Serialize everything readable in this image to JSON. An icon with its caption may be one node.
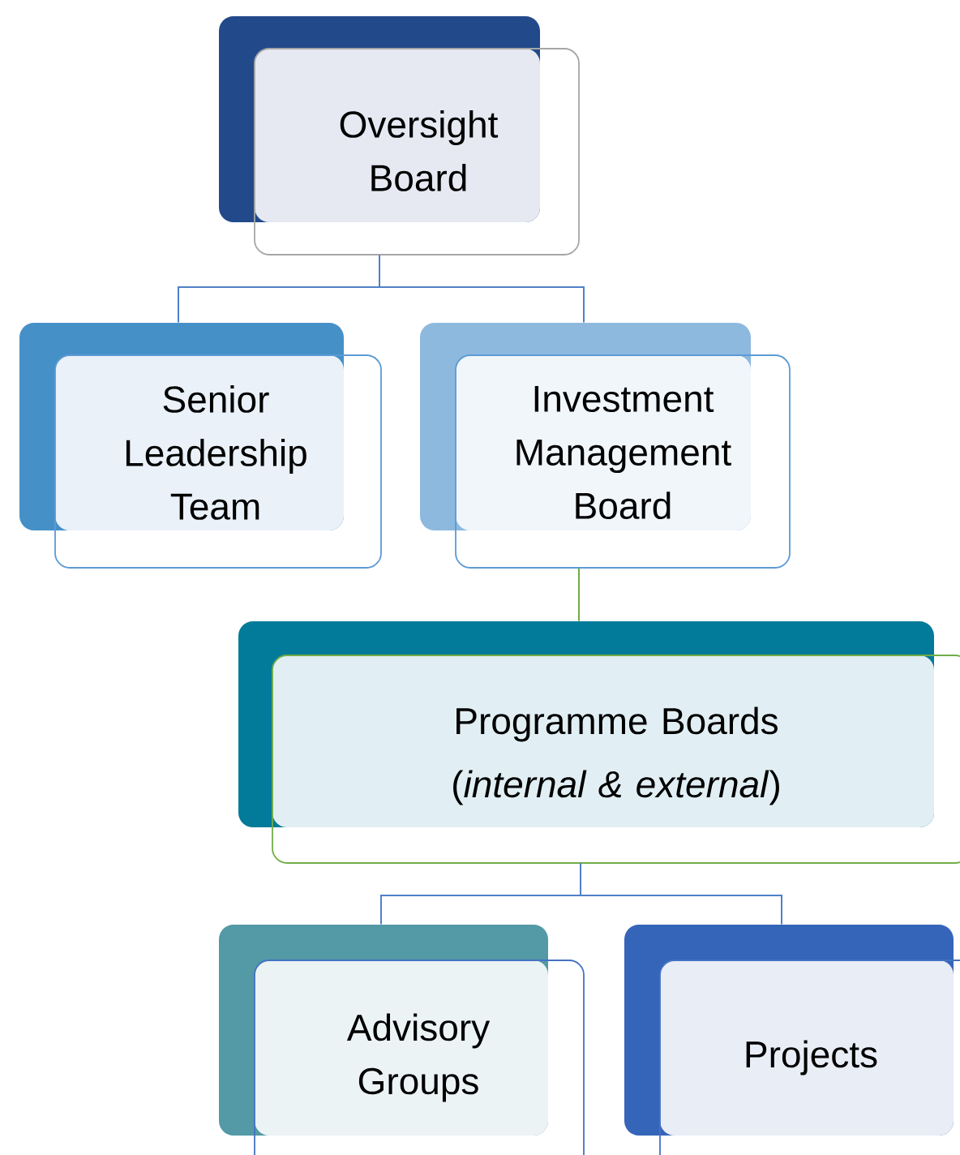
{
  "diagram": {
    "nodes": [
      {
        "text": [
          "Oversight Board"
        ]
      },
      {
        "text": [
          "Senior Leadership Team"
        ]
      },
      {
        "text": [
          "Investment Management Board"
        ]
      },
      {
        "text": [
          "Programme  Boards",
          "(*internal & external*)"
        ]
      },
      {
        "text": [
          "Advisory Groups"
        ]
      },
      {
        "text": [
          "Projects"
        ]
      }
    ],
    "edges": [
      {
        "from": 0,
        "to": 1,
        "arrow": "none"
      },
      {
        "from": 0,
        "to": 2,
        "arrow": "none"
      },
      {
        "from": 2,
        "to": 3,
        "arrow": "none",
        "color": "#70ad47"
      },
      {
        "from": 3,
        "to": 4,
        "arrow": "none"
      },
      {
        "from": 3,
        "to": 5,
        "arrow": "none"
      }
    ]
  }
}
